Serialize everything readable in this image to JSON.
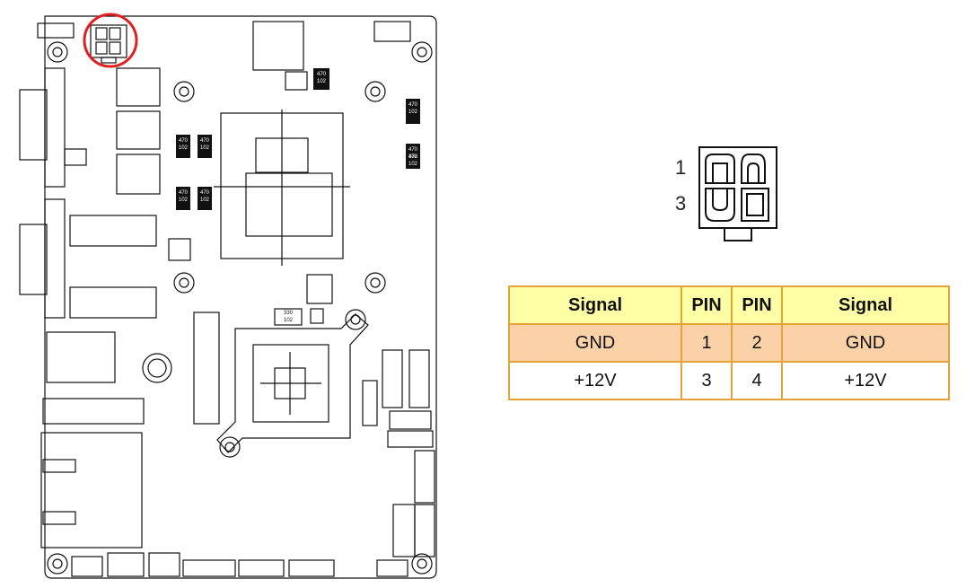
{
  "connector": {
    "pin_labels": [
      "1",
      "3"
    ]
  },
  "pin_table": {
    "headers": [
      "Signal",
      "PIN",
      "PIN",
      "Signal"
    ],
    "rows": [
      [
        "GND",
        "1",
        "2",
        "GND"
      ],
      [
        "+12V",
        "3",
        "4",
        "+12V"
      ]
    ]
  },
  "board": {
    "chip_labels": [
      "470\n102",
      "470\n102",
      "470\n102",
      "470\n102",
      "470\n102",
      "470\n102",
      "470\n102",
      "470\n102",
      "330\n102"
    ]
  },
  "colors": {
    "highlight_circle": "#e02020",
    "table_border": "#e4a43a",
    "header_fill": "#ffffa6",
    "gnd_row_fill": "#fbd2a8"
  }
}
